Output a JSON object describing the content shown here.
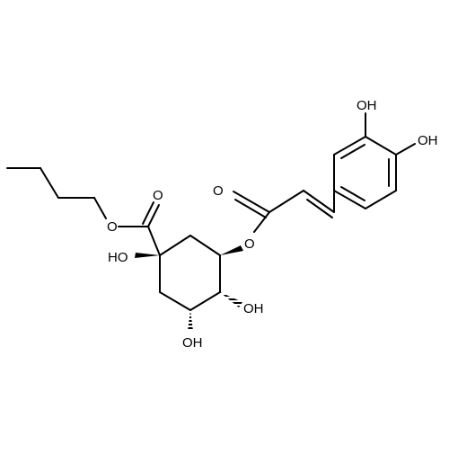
{
  "molecule": {
    "atom_labels": {
      "ester_o": "O",
      "carbonyl_o": "O",
      "ho_c1": "HO",
      "oh_c4": "OH",
      "oh_c5": "OH",
      "ester_link_o": "O",
      "caffeoyl_carbonyl_o": "O",
      "phenol_oh_meta": "OH",
      "phenol_oh_para": "OH"
    },
    "colors": {
      "bond": "#000000",
      "text": "#000000",
      "background": "#ffffff"
    }
  }
}
